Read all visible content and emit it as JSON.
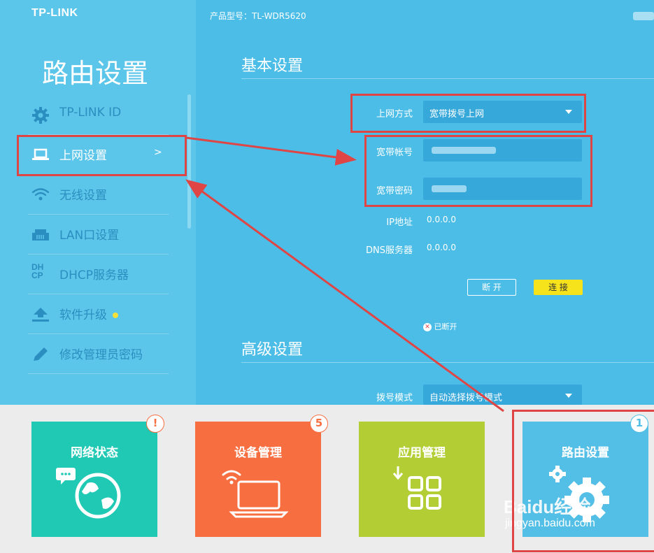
{
  "brand": "TP-LINK",
  "sidebar": {
    "title": "路由设置",
    "items": [
      {
        "label": "TP-LINK ID",
        "icon": "gear-icon"
      },
      {
        "label": "上网设置",
        "icon": "laptop-icon",
        "chevron": ">"
      },
      {
        "label": "无线设置",
        "icon": "wifi-icon"
      },
      {
        "label": "LAN口设置",
        "icon": "ethernet-port-icon"
      },
      {
        "label": "DHCP服务器",
        "icon": "dhcp-icon",
        "icon_text_top": "DH",
        "icon_text_bottom": "CP"
      },
      {
        "label": "软件升级",
        "icon": "upload-icon"
      },
      {
        "label": "修改管理员密码",
        "icon": "pencil-icon"
      }
    ]
  },
  "header": {
    "model": "产品型号：TL-WDR5620"
  },
  "basic": {
    "title": "基本设置",
    "conn_type_label": "上网方式",
    "conn_type_value": "宽带拨号上网",
    "account_label": "宽带帐号",
    "password_label": "宽带密码",
    "ip_label": "IP地址",
    "ip_value": "0.0.0.0",
    "dns_label": "DNS服务器",
    "dns_value": "0.0.0.0",
    "disconnect_label": "断 开",
    "connect_label": "连 接",
    "status_text": "已断开"
  },
  "advanced": {
    "title": "高级设置",
    "dial_mode_label": "拨号模式",
    "dial_mode_value": "自动选择拨号模式"
  },
  "cards": [
    {
      "title": "网络状态",
      "badge": "!",
      "color": "#20c9b4",
      "icon": "globe-chat-icon"
    },
    {
      "title": "设备管理",
      "badge": "5",
      "color": "#f76f41",
      "icon": "laptop-wifi-icon"
    },
    {
      "title": "应用管理",
      "badge": "",
      "color": "#b3ce34",
      "icon": "apps-grid-icon"
    },
    {
      "title": "路由设置",
      "badge": "1",
      "color": "#53bfe6",
      "icon": "gears-icon"
    }
  ],
  "watermark": {
    "logo": "Baidu经验",
    "url": "jingyan.baidu.com"
  },
  "colors": {
    "annotation": "#e04545",
    "connect": "#f7e31c"
  }
}
